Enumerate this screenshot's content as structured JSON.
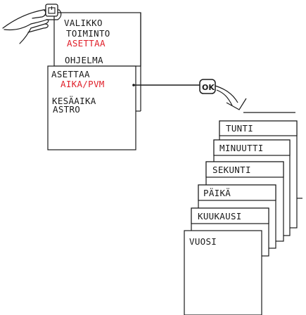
{
  "colors": {
    "ink": "#1a1a1a",
    "highlight": "#e0202a",
    "paper": "#ffffff"
  },
  "icons": {
    "hand": "pointing-hand-icon",
    "menu_button": "menu-button-icon",
    "ok_button": "ok-button-icon",
    "arrow": "curved-arrow-icon"
  },
  "main_menu": {
    "items": [
      "VALIKKO",
      "TOIMINTO",
      "ASETTAA",
      "OHJELMA"
    ],
    "selected_index": 2
  },
  "submenu": {
    "title": "ASETTAA",
    "items": [
      "AIKA/PVM",
      "KESÄAIKA",
      "ASTRO"
    ],
    "selected_index": 0
  },
  "ok_label": "OK",
  "cascade": [
    "TUNTI",
    "MINUUTTI",
    "SEKUNTI",
    "PÄIKÄ",
    "KUUKAUSI",
    "VUOSI"
  ]
}
